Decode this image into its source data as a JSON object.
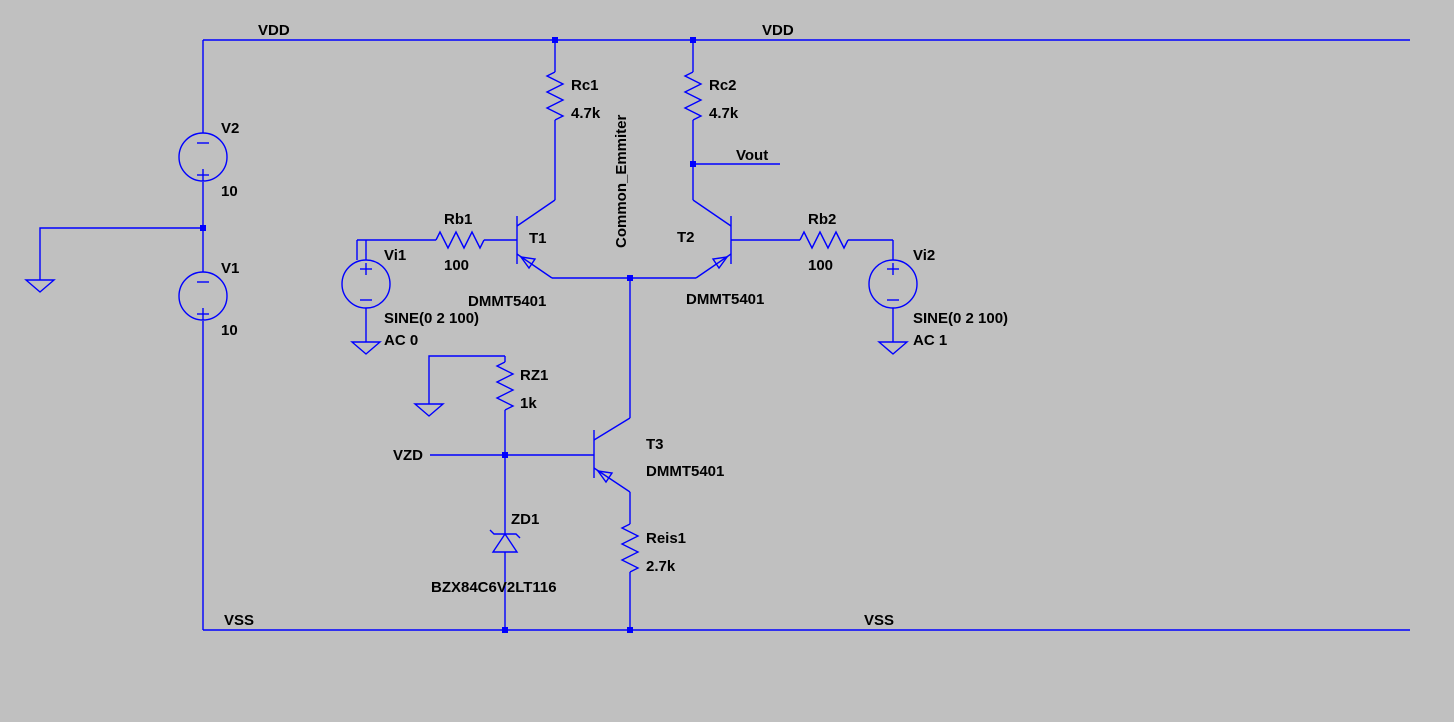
{
  "colors": {
    "background": "#c0c0c0",
    "wire": "#0000ff",
    "text": "#000000"
  },
  "nets": {
    "vdd_left": "VDD",
    "vdd_right": "VDD",
    "vss_left": "VSS",
    "vss_right": "VSS",
    "vout": "Vout",
    "vzd": "VZD",
    "common_emitter": "Common_Emmiter"
  },
  "components": {
    "V2": {
      "name": "V2",
      "value": "10"
    },
    "V1": {
      "name": "V1",
      "value": "10"
    },
    "Rc1": {
      "name": "Rc1",
      "value": "4.7k"
    },
    "Rc2": {
      "name": "Rc2",
      "value": "4.7k"
    },
    "Rb1": {
      "name": "Rb1",
      "value": "100"
    },
    "Rb2": {
      "name": "Rb2",
      "value": "100"
    },
    "T1": {
      "name": "T1",
      "model": "DMMT5401"
    },
    "T2": {
      "name": "T2",
      "model": "DMMT5401"
    },
    "T3": {
      "name": "T3",
      "model": "DMMT5401"
    },
    "Vi1": {
      "name": "Vi1",
      "value": "SINE(0 2 100)",
      "ac": "AC 0"
    },
    "Vi2": {
      "name": "Vi2",
      "value": "SINE(0 2 100)",
      "ac": "AC 1"
    },
    "RZ1": {
      "name": "RZ1",
      "value": "1k"
    },
    "ZD1": {
      "name": "ZD1",
      "model": "BZX84C6V2LT116"
    },
    "Reis1": {
      "name": "Reis1",
      "value": "2.7k"
    }
  }
}
